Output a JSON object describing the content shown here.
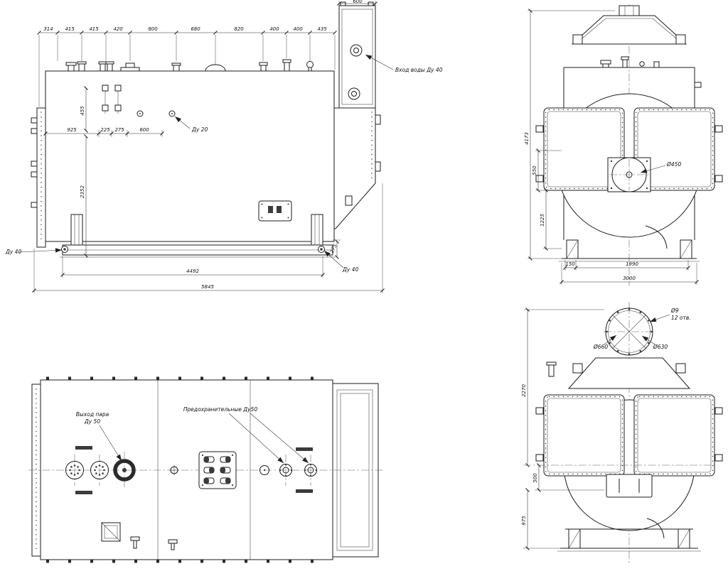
{
  "side": {
    "top_dims": [
      "314",
      "415",
      "415",
      "420",
      "800",
      "680",
      "820",
      "400",
      "400",
      "435"
    ],
    "eco_width": "600",
    "water_inlet": "Вход воды Ду 40",
    "dim_455": "455",
    "dim_925": "925",
    "dim_225": "225",
    "dim_275_top": "275",
    "dim_600_inner": "600",
    "du20": "Ду 20",
    "dim_2352": "2352",
    "dim_275_bottom": "275",
    "dim_4492": "4492",
    "dim_5845": "5845",
    "du40_left": "Ду 40",
    "du40_right": "Ду 40"
  },
  "front": {
    "dim_4173": "4173",
    "dim_550": "550",
    "dim_1225": "1225",
    "d450": "Ø450",
    "dim_150": "150",
    "dim_1990": "1990",
    "dim_3000": "3000"
  },
  "plan": {
    "steam_line1": "Выход пара",
    "steam_line2": "Ду 50",
    "safety": "Предохранительные Ду50"
  },
  "rear": {
    "d9": "Ø9",
    "holes": "12 отв.",
    "d660": "Ø660",
    "d630": "Ø630",
    "dim_2270": "2270",
    "dim_500": "500",
    "dim_975": "975"
  }
}
